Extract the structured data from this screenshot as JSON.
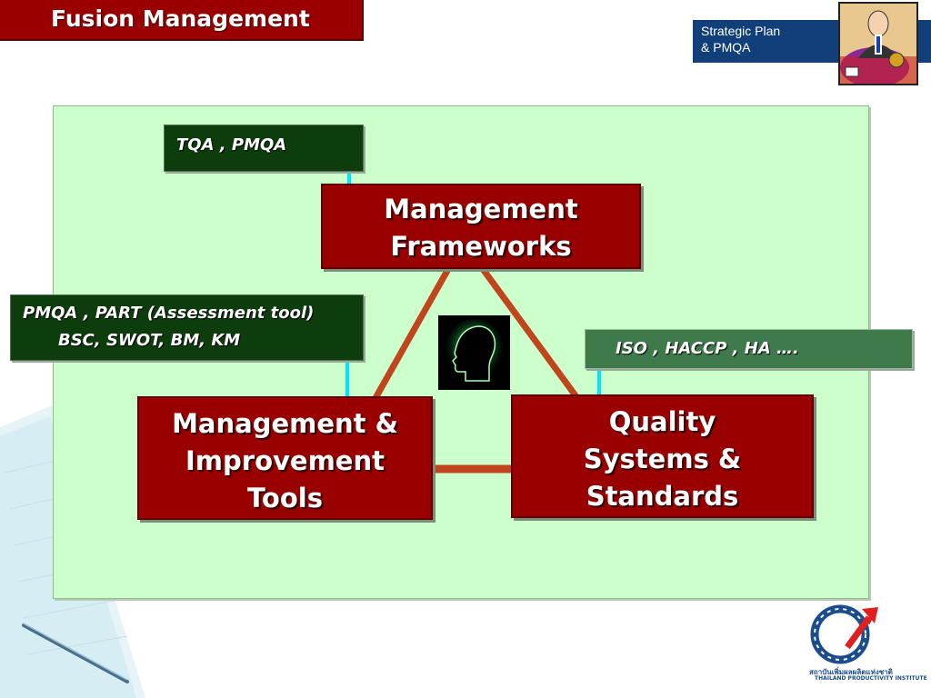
{
  "header": {
    "title": "Fusion Management",
    "badge_line1": "Strategic Plan",
    "badge_line2": "& PMQA"
  },
  "diagram": {
    "top_box": [
      "Management",
      "Frameworks"
    ],
    "left_box": [
      "Management &",
      "Improvement",
      "Tools"
    ],
    "right_box": [
      "Quality",
      "Systems &",
      "Standards"
    ],
    "tag_top": "TQA ,  PMQA",
    "tag_left_line1": "PMQA , PART (Assessment tool)",
    "tag_left_line2": "BSC, SWOT, BM, KM",
    "tag_right": "ISO ,  HACCP , HA …."
  },
  "logo": {
    "thai_text": "สถาบันเพิ่มผลผลิตแห่งชาติ",
    "english_text": "THAILAND PRODUCTIVITY INSTITUTE"
  },
  "colors": {
    "box_red": "#990000",
    "panel_green": "#ccffcc",
    "tag_dark_green": "#0d3d0d",
    "tag_mid_green": "#3f7a4a",
    "arrow_cyan": "#00e5ff",
    "triangle_brown": "#c0441c",
    "badge_blue": "#113f7a"
  },
  "icons": [
    "head-silhouette-icon",
    "businessman-clipart",
    "tpi-logo"
  ]
}
